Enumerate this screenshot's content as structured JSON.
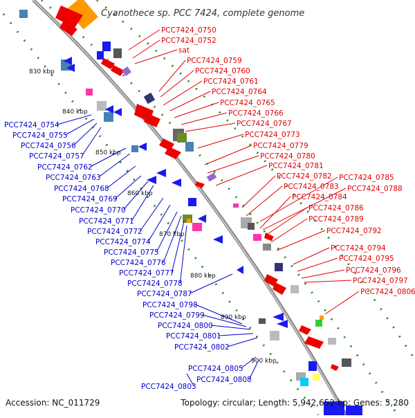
{
  "map": {
    "title": "Cyanothece sp. PCC 7424, complete genome",
    "accession": "Accession: NC_011729",
    "summary": "Topology: circular; Length: 5,942,652 bp; Genes: 5,280"
  },
  "colors": {
    "backbone": "#8c8c8c",
    "forward_label": "#e00000",
    "reverse_label": "#0000cc",
    "gc_dots": "#1a8a1a"
  },
  "scale_ticks": [
    "830 kbp",
    "840 kbp",
    "850 kbp",
    "860 kbp",
    "870 kbp",
    "880 kbp",
    "890 kbp",
    "900 kbp"
  ],
  "forward_labels": [
    "PCC7424_0750",
    "PCC7424_0752",
    "sat",
    "PCC7424_0759",
    "PCC7424_0760",
    "PCC7424_0761",
    "PCC7424_0764",
    "PCC7424_0765",
    "PCC7424_0766",
    "PCC7424_0767",
    "PCC7424_0773",
    "PCC7424_0779",
    "PCC7424_0780",
    "PCC7424_0781",
    "PCC7424_0782",
    "PCC7424_0783",
    "PCC7424_0784",
    "PCC7424_0785",
    "PCC7424_0788",
    "PCC7424_0786",
    "PCC7424_0789",
    "PCC7424_0792",
    "PCC7424_0794",
    "PCC7424_0795",
    "PCC7424_0796",
    "PCC7424_0797",
    "PCC7424_0806"
  ],
  "reverse_labels": [
    "PCC7424_0754",
    "PCC7424_0755",
    "PCC7424_0756",
    "PCC7424_0757",
    "PCC7424_0762",
    "PCC7424_0763",
    "PCC7424_0768",
    "PCC7424_0769",
    "PCC7424_0770",
    "PCC7424_0771",
    "PCC7424_0772",
    "PCC7424_0774",
    "PCC7424_0775",
    "PCC7424_0776",
    "PCC7424_0777",
    "PCC7424_0778",
    "PCC7424_0787",
    "PCC7424_0798",
    "PCC7424_0799",
    "PCC7424_0800",
    "PCC7424_0801",
    "PCC7424_0802",
    "PCC7424_0805",
    "PCC7424_0808",
    "PCC7424_0803"
  ]
}
